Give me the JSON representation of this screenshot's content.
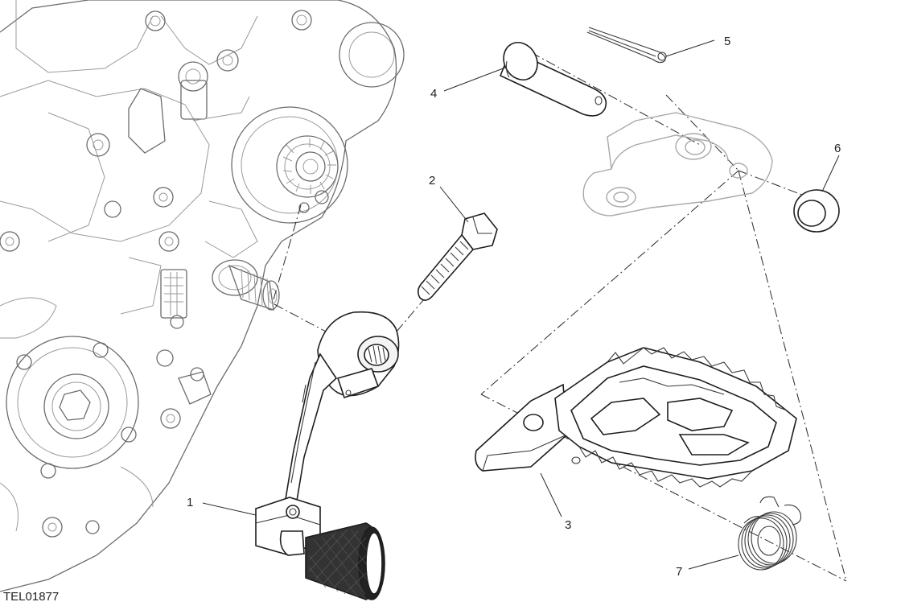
{
  "diagram": {
    "reference_code": "TEL01877",
    "callouts": [
      {
        "number": "1",
        "part": "gear-change-lever"
      },
      {
        "number": "2",
        "part": "lever-bolt"
      },
      {
        "number": "3",
        "part": "footpeg"
      },
      {
        "number": "4",
        "part": "footpeg-pin"
      },
      {
        "number": "5",
        "part": "split-pin"
      },
      {
        "number": "6",
        "part": "washer"
      },
      {
        "number": "7",
        "part": "return-spring"
      }
    ]
  }
}
